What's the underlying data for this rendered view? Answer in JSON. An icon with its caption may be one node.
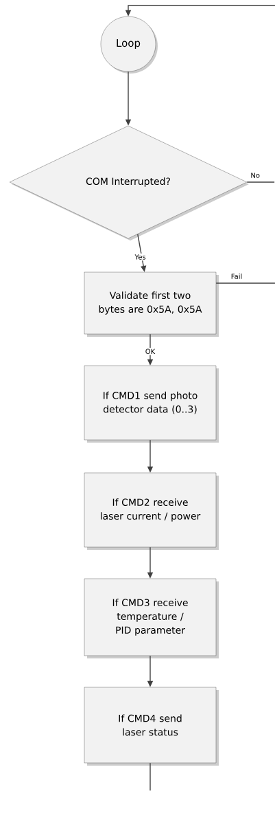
{
  "diagram": {
    "nodes": [
      {
        "text": [
          "Loop"
        ]
      },
      {
        "text": [
          "COM Interrupted?"
        ]
      },
      {
        "text": [
          "Validate first two bytes are 0x5A, 0x5A"
        ]
      },
      {
        "text": [
          "If CMD1 send photo detector data (0..3)"
        ]
      },
      {
        "text": [
          "If CMD2 receive laser current / power"
        ]
      },
      {
        "text": [
          "If CMD3 receive temperature / PID parameter"
        ]
      },
      {
        "text": [
          "If CMD4 send laser status"
        ]
      }
    ],
    "edges": [
      {
        "from": null,
        "to": 0,
        "arrow": "to"
      },
      {
        "from": 0,
        "to": 1,
        "arrow": "to"
      },
      {
        "from": 1,
        "to": null,
        "label": "No",
        "arrow": "none"
      },
      {
        "from": 1,
        "to": 2,
        "label": "Yes",
        "arrow": "to"
      },
      {
        "from": 2,
        "to": null,
        "label": "Fail",
        "arrow": "none"
      },
      {
        "from": 2,
        "to": 3,
        "label": "OK",
        "arrow": "to"
      },
      {
        "from": 3,
        "to": 4,
        "arrow": "to"
      },
      {
        "from": 4,
        "to": 5,
        "arrow": "to"
      },
      {
        "from": 5,
        "to": 6,
        "arrow": "to"
      },
      {
        "from": 6,
        "to": null,
        "arrow": "none"
      }
    ]
  }
}
